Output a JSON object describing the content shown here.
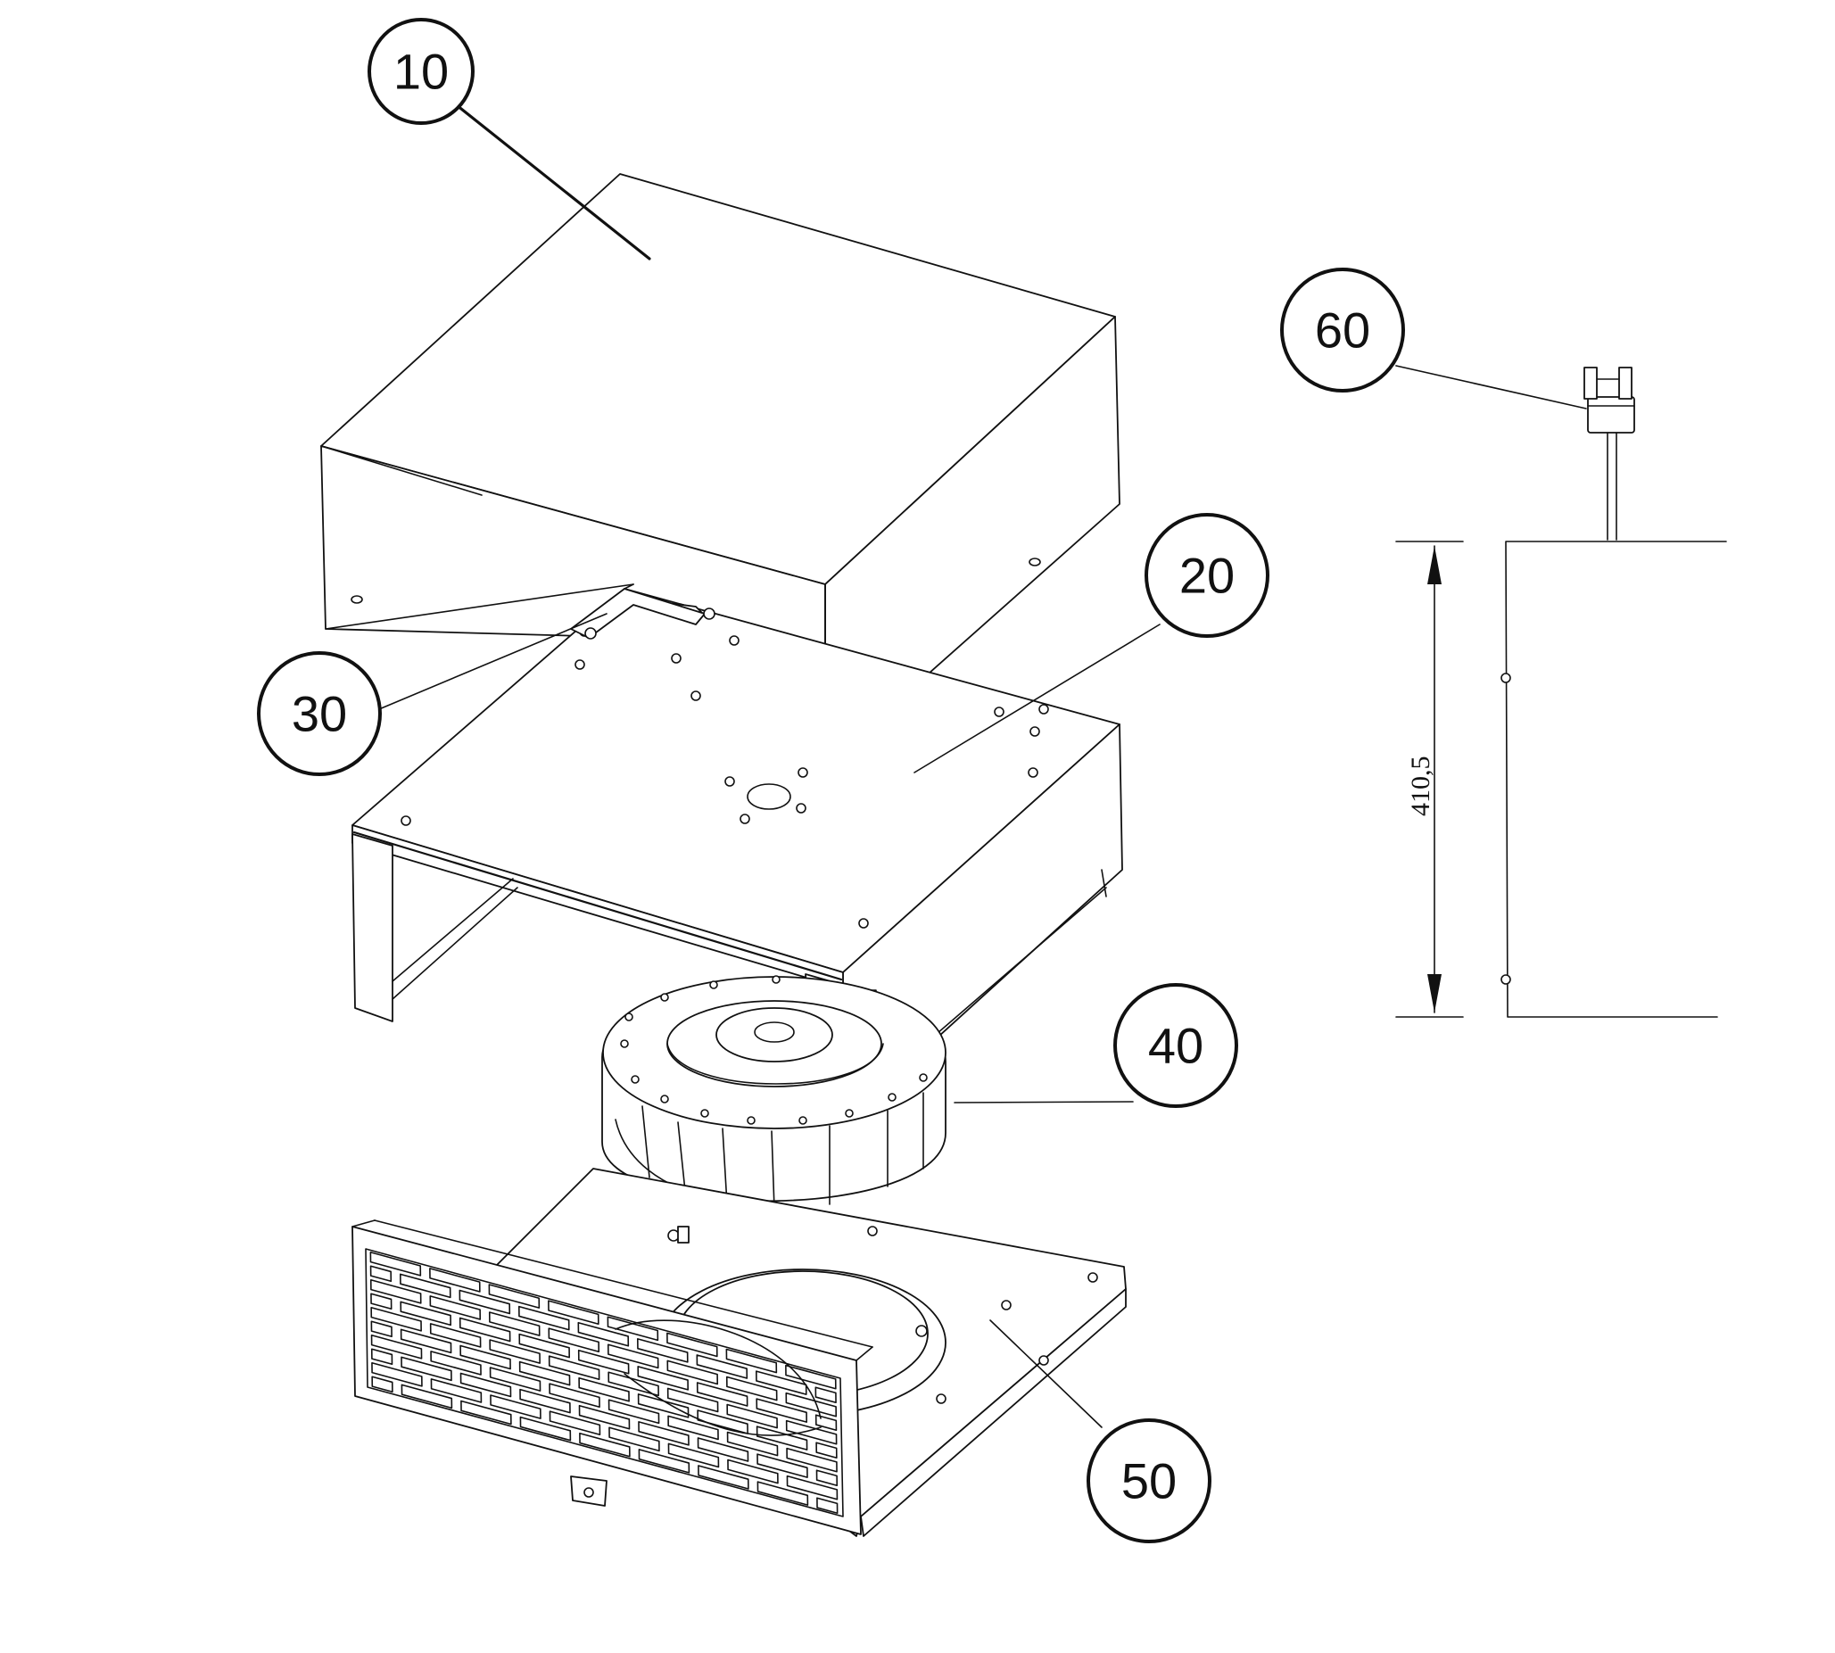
{
  "callouts": [
    {
      "id": "callout-10",
      "label": "10"
    },
    {
      "id": "callout-20",
      "label": "20"
    },
    {
      "id": "callout-30",
      "label": "30"
    },
    {
      "id": "callout-40",
      "label": "40"
    },
    {
      "id": "callout-50",
      "label": "50"
    },
    {
      "id": "callout-60",
      "label": "60"
    }
  ],
  "dimension": {
    "value": "410,5"
  }
}
